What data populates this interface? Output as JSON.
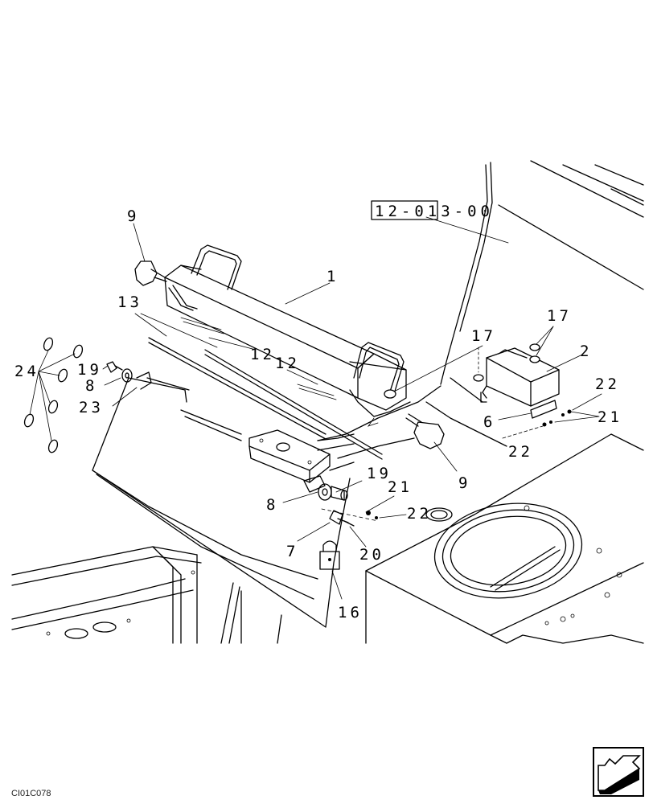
{
  "reference_box": "12-013-00",
  "figure_code": "CI01C078",
  "callouts": {
    "c9_top": "9",
    "c1": "1",
    "c13": "13",
    "c12_a": "12",
    "c12_b": "12",
    "c17_a": "17",
    "c17_b": "17",
    "c2": "2",
    "c24": "24",
    "c19_a": "19",
    "c8_a": "8",
    "c23": "23",
    "c22_a": "22",
    "c21_a": "21",
    "c6": "6",
    "c22_b": "22",
    "c9_bottom": "9",
    "c19_b": "19",
    "c21_b": "21",
    "c8_b": "8",
    "c22_c": "22",
    "c7": "7",
    "c20": "20",
    "c16": "16"
  },
  "icons": {
    "navigation": "arrow-icon"
  }
}
